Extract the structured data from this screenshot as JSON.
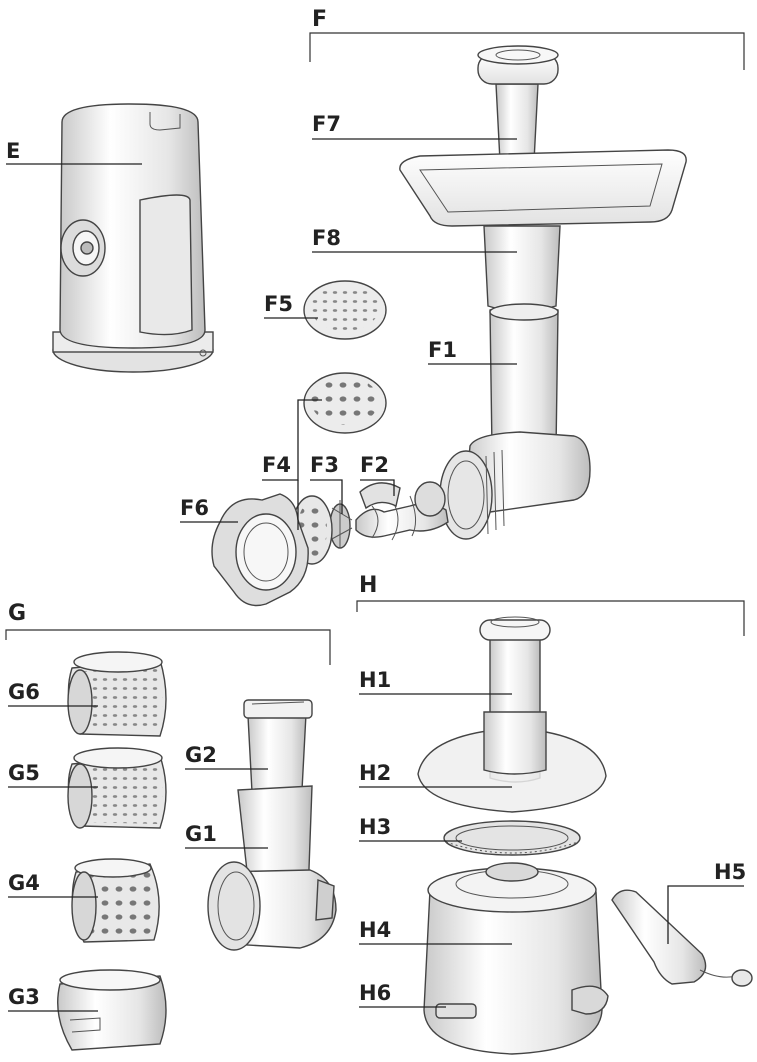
{
  "groups": {
    "E": "E",
    "F": "F",
    "G": "G",
    "H": "H"
  },
  "labels": {
    "F7": "F7",
    "F8": "F8",
    "F5": "F5",
    "F1": "F1",
    "F4": "F4",
    "F3": "F3",
    "F2": "F2",
    "F6": "F6",
    "G6": "G6",
    "G5": "G5",
    "G4": "G4",
    "G3": "G3",
    "G2": "G2",
    "G1": "G1",
    "H1": "H1",
    "H2": "H2",
    "H3": "H3",
    "H4": "H4",
    "H5": "H5",
    "H6": "H6"
  },
  "colors": {
    "ink": "#222222",
    "part_fill": "#f4f4f4",
    "part_shade": "#d9d9d9",
    "background": "#ffffff"
  }
}
